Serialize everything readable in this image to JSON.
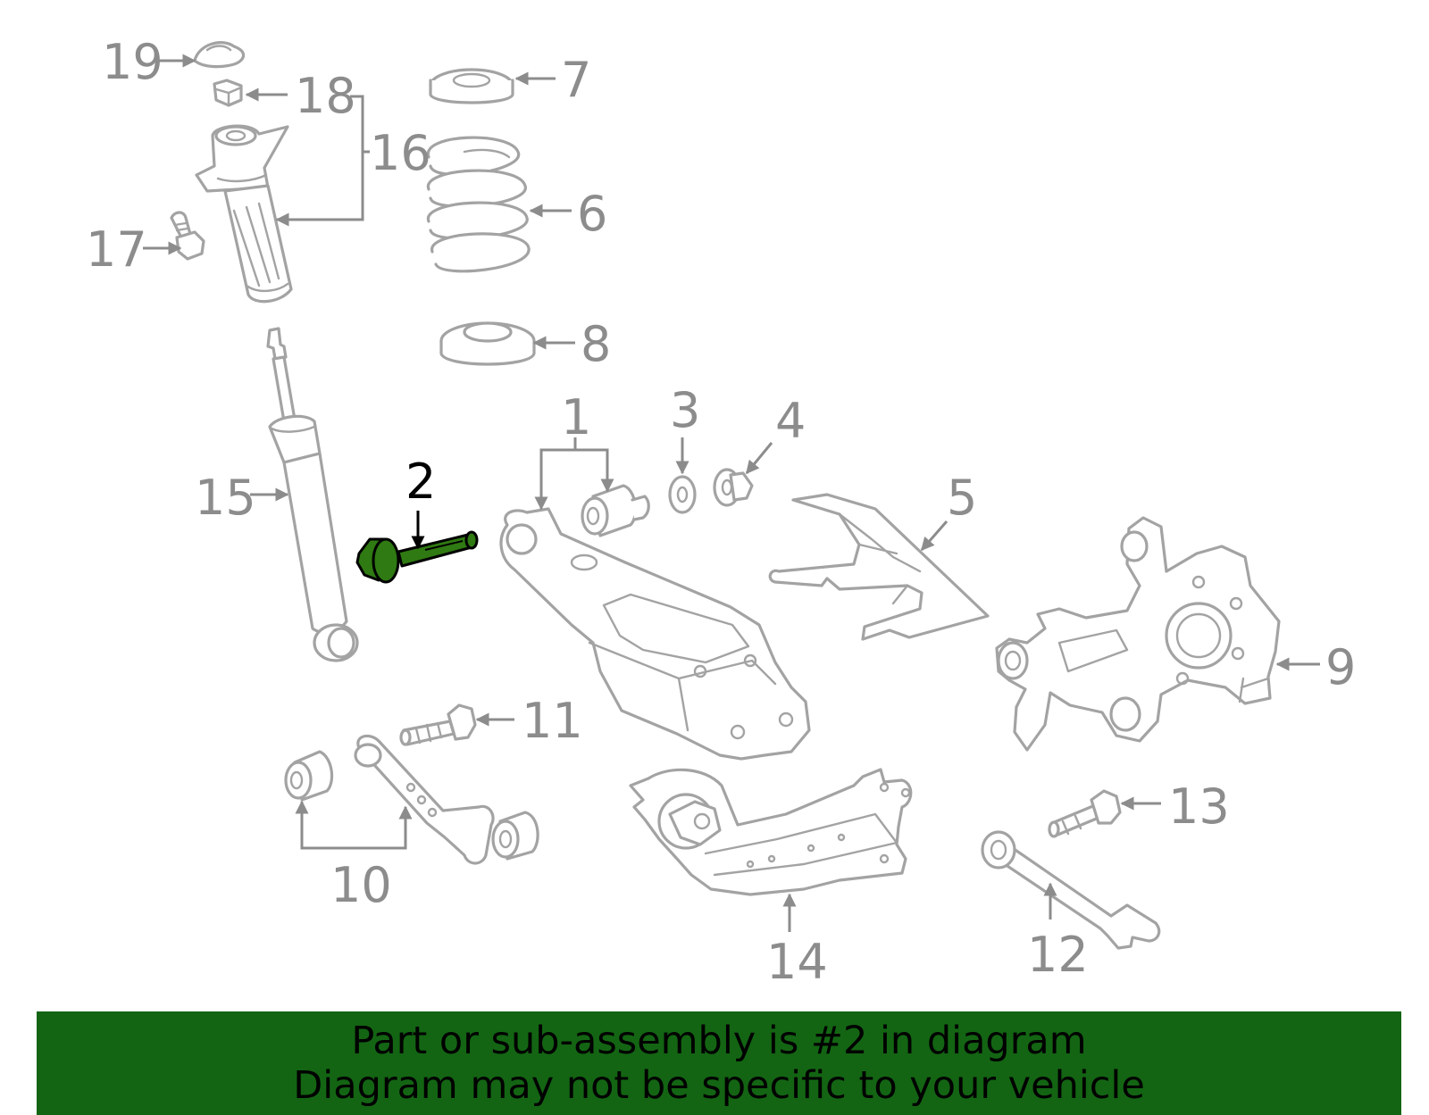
{
  "diagram": {
    "highlighted_part": "2",
    "highlight_color": "#2f7a12",
    "banner_color": "#136513",
    "callouts": [
      "1",
      "2",
      "3",
      "4",
      "5",
      "6",
      "7",
      "8",
      "9",
      "10",
      "11",
      "12",
      "13",
      "14",
      "15",
      "16",
      "17",
      "18",
      "19"
    ]
  },
  "banner": {
    "line1": "Part or sub-assembly is #2 in diagram",
    "line2": "Diagram may not be specific to your vehicle"
  }
}
